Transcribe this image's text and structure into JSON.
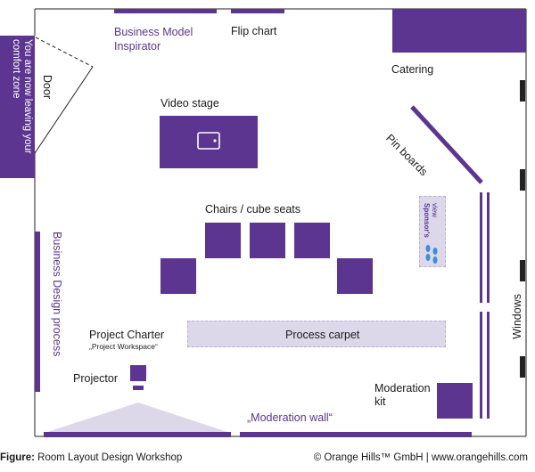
{
  "labels": {
    "comfort_zone": "You are now leaving your comfort zone",
    "door": "Door",
    "business_model_inspirator": [
      "Business Model",
      "Inspirator"
    ],
    "flip_chart": "Flip chart",
    "catering": "Catering",
    "video_stage": "Video stage",
    "pin_boards": "Pin boards",
    "chairs": "Chairs / cube seats",
    "sponsors_view": [
      "Sponsor's",
      "view"
    ],
    "business_design_process": "Business Design process",
    "windows": "Windows",
    "project_charter": "Project Charter",
    "project_workspace": "„Project Workspace“",
    "process_carpet": "Process carpet",
    "projector": "Projector",
    "moderation_kit": [
      "Moderation",
      "kit"
    ],
    "moderation_wall": "„Moderation wall“"
  },
  "footer": {
    "figure_label": "Figure:",
    "figure_caption": " Room Layout Design Workshop",
    "copyright": "© Orange Hills™ GmbH | www.orangehills.com"
  },
  "colors": {
    "accent": "#5b3590",
    "carpet": "#ddd7ea"
  }
}
